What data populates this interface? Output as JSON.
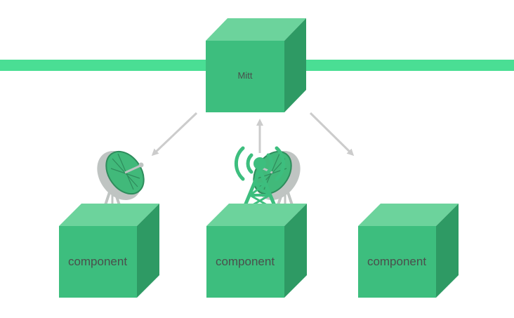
{
  "hub": {
    "label": "Mitt"
  },
  "components": [
    {
      "label": "component",
      "device": "satellite-dish-icon"
    },
    {
      "label": "component",
      "device": "broadcast-tower-icon"
    },
    {
      "label": "component",
      "device": "satellite-dish-icon"
    }
  ],
  "colors": {
    "bus": "#4ADE94",
    "cube_front": "#3DBE7E",
    "cube_top": "#6CD39C",
    "cube_side": "#2E9A64",
    "arrow": "#CCCCCC",
    "dish_gray": "#BFC4C2",
    "dish_green": "#41B97A",
    "tower_green": "#3DBE7E",
    "label_text": "#4A4F4C"
  }
}
